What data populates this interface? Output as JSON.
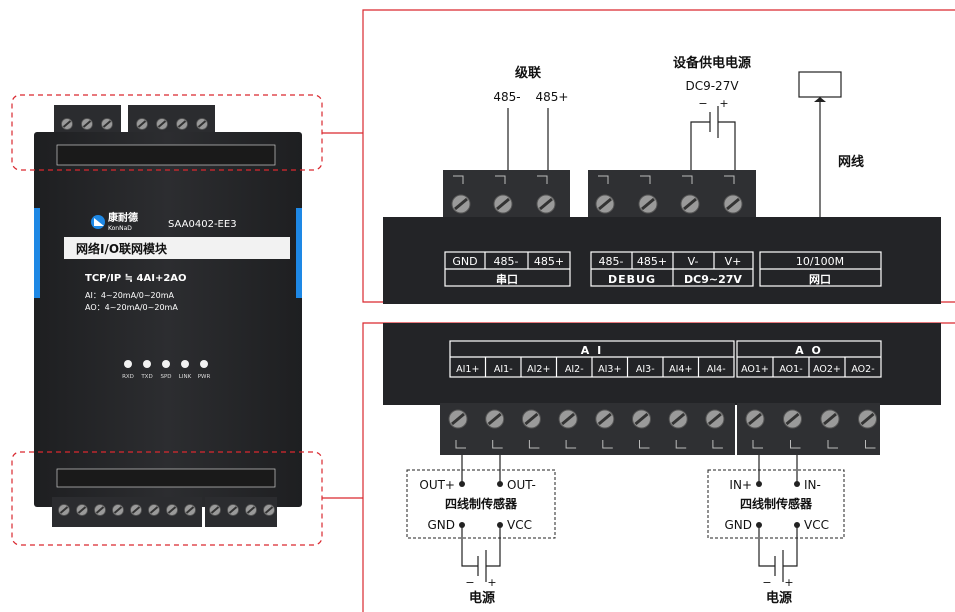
{
  "device": {
    "brand_cn": "康耐德",
    "brand_en": "KonNaD",
    "model": "SAA0402-EE3",
    "title": "网络I/O联网模块",
    "spec_line1": "TCP/IP ≒ 4AI+2AO",
    "spec_ai": "AI：4~20mA/0~20mA",
    "spec_ao": "AO：4~20mA/0~20mA",
    "leds": [
      "RXD",
      "TXD",
      "SPD",
      "LINK",
      "PWR"
    ]
  },
  "top_panel": {
    "cascade_label": "级联",
    "cascade_pins": [
      "485-",
      "485+"
    ],
    "power_label": "设备供电电源",
    "power_range": "DC9-27V",
    "power_minus": "−",
    "power_plus": "+",
    "network_label": "网线",
    "terminals": [
      "GND",
      "485-",
      "485+",
      "485-",
      "485+",
      "V-",
      "V+",
      "10/100M"
    ],
    "groups": [
      "串口",
      "DEBUG",
      "DC9~27V",
      "网口"
    ]
  },
  "bottom_panel": {
    "ai_header": "A I",
    "ao_header": "A O",
    "ai_terminals": [
      "AI1+",
      "AI1-",
      "AI2+",
      "AI2-",
      "AI3+",
      "AI3-",
      "AI4+",
      "AI4-"
    ],
    "ao_terminals": [
      "AO1+",
      "AO1-",
      "AO2+",
      "AO2-"
    ],
    "sensor_left": {
      "tl": "OUT+",
      "tr": "OUT-",
      "name": "四线制传感器",
      "bl": "GND",
      "br": "VCC"
    },
    "sensor_right": {
      "tl": "IN+",
      "tr": "IN-",
      "name": "四线制传感器",
      "bl": "GND",
      "br": "VCC"
    },
    "supply_label": "电源",
    "supply_minus": "−",
    "supply_plus": "+"
  },
  "colors": {
    "device_body": "#2a2b2e",
    "terminal_block": "#2f3033",
    "accent_blue": "#1e88e5",
    "callout_red": "#d9282f"
  }
}
